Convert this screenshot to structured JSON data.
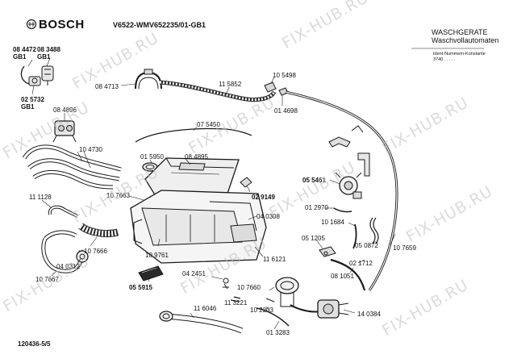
{
  "header": {
    "brand": "BOSCH",
    "model": "V6522-WMV652235/01-GB1",
    "category": "WASCHGERATE",
    "subcategory": "Waschvollautomaten",
    "ident_label": "Ident-Nummern-Konstante",
    "ident_value": "3740 . . . . ."
  },
  "footer": {
    "page_ref": "120436-5/5"
  },
  "watermark": "FIX-HUB.RU",
  "labels": {
    "p084472": "08 4472",
    "gb1a": "GB1",
    "p083488": "08 3488",
    "gb1b": "GB1",
    "p025732": "02 5732",
    "gb1c": "GB1",
    "p084713": "08 4713",
    "p115852": "11 5852",
    "p105498": "10 5498",
    "p014698": "01 4698",
    "p084896": "08 4896",
    "p075450": "07 5450",
    "p104730": "10 4730",
    "p015950": "01 5950",
    "p084895": "08 4895",
    "p055461": "05 5461",
    "p029149": "02 9149",
    "p111128": "11 1128",
    "p107663": "10 7663",
    "p040308": "04 0308",
    "p012970": "01 2970",
    "p101684": "10 1684",
    "p107666": "10 7666",
    "p051205": "05 1205",
    "p050872": "05 0872",
    "p107659": "10 7659",
    "p040312": "04 0312",
    "p109761": "10 9761",
    "p116121": "11 6121",
    "p021712": "02 1712",
    "p107667": "10 7667",
    "p042451": "04 2451",
    "p081051": "08 1051",
    "p055915": "05 5915",
    "p107660": "10 7660",
    "p113221": "11 3221",
    "p116046": "11 6046",
    "p102203": "10 2203",
    "p140384": "14 0384",
    "p013283": "01 3283"
  }
}
